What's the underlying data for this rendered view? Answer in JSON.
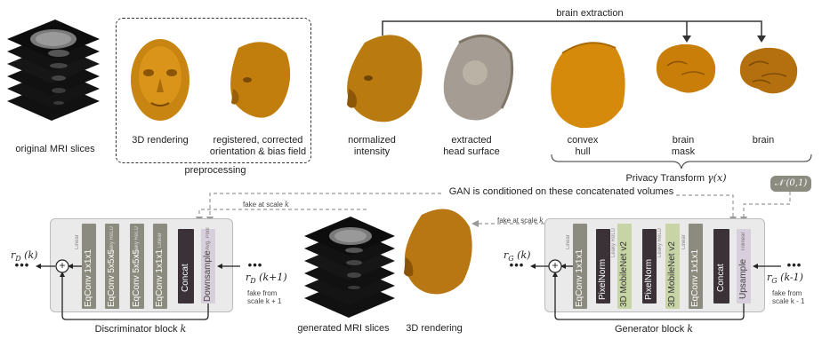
{
  "colors": {
    "gray_layer": "#8b8b7f",
    "dark_layer": "#3a3237",
    "mobilenet_layer": "#c9d4a6",
    "light_layer": "#d8cfdc",
    "block_bg": "#eaeaea",
    "arrow_dashed": "#999999",
    "skull_gold": "#c8860b"
  },
  "top_labels": {
    "original_slices": "original MRI slices",
    "rendering_3d": "3D rendering",
    "registered": "registered, corrected\norientation & bias field",
    "preprocessing": "preprocessing",
    "normalized": "normalized\nintensity",
    "extracted": "extracted\nhead surface",
    "convex_hull": "convex\nhull",
    "brain_mask": "brain\nmask",
    "brain": "brain",
    "brain_extraction": "brain extraction",
    "privacy_transform": "Privacy Transform ",
    "gamma": "γ(x)",
    "gan_conditioned": "GAN is conditioned on these concatenated volumes",
    "noise": "𝒩 (0,1)"
  },
  "discriminator": {
    "title": "Discriminator block ",
    "title_k": "k",
    "output_r": "r",
    "output_sub": "D",
    "output_arg": " (k)",
    "input_r": "r",
    "input_sub": "D",
    "input_arg": " (k+1)",
    "input_note": "fake from\nscale k + 1",
    "fake_at_scale": "fake at scale ",
    "fake_k": "k",
    "layers": [
      {
        "label": "EqConv 1x1x1",
        "act": "Linear"
      },
      {
        "label": "EqConv 5x5x5",
        "act": "Leaky ReLU"
      },
      {
        "label": "EqConv 5x5x5",
        "act": "Leaky ReLU"
      },
      {
        "label": "EqConv 1x1x1",
        "act": "Linear"
      }
    ],
    "concat": "Concat",
    "downsample": "Downsample",
    "downsample_act": "Avg. Pool"
  },
  "generator": {
    "title": "Generator block ",
    "title_k": "k",
    "output_r": "r",
    "output_sub": "G",
    "output_arg": " (k)",
    "input_r": "r",
    "input_sub": "G",
    "input_arg": " (k-1)",
    "input_note": "fake from\nscale k - 1",
    "fake_at_scale": "fake at scale ",
    "fake_k": "k",
    "layers": [
      {
        "label": "EqConv 1x1x1",
        "act": "Linear",
        "kind": "gray"
      },
      {
        "label": "PixelNorm",
        "act": "Leaky ReLU",
        "kind": "dark"
      },
      {
        "label": "3D MobileNet v2",
        "act": "",
        "kind": "green"
      },
      {
        "label": "PixelNorm",
        "act": "Leaky ReLU",
        "kind": "dark"
      },
      {
        "label": "3D MobileNet v2",
        "act": "",
        "kind": "green"
      },
      {
        "label": "EqConv 1x1x1",
        "act": "Linear",
        "kind": "gray"
      }
    ],
    "concat": "Concat",
    "upsample": "Upsample",
    "upsample_act": "Trilinear"
  },
  "bottom_labels": {
    "generated_slices": "generated MRI slices",
    "rendering_3d": "3D rendering"
  },
  "ellipsis": "•••",
  "plus": "+"
}
